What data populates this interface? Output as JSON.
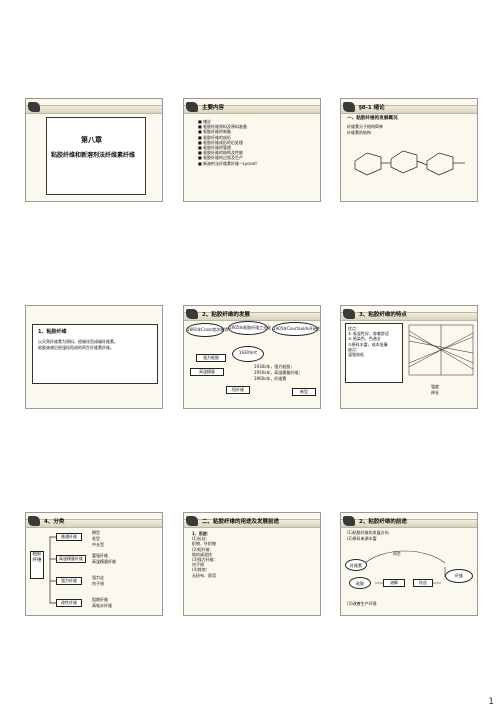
{
  "page_number": "1",
  "s1": {
    "chapter": "第八章",
    "title": "粘胶纤维和新溶剂法纤维素纤维"
  },
  "s2": {
    "header": "主要内容",
    "items": [
      "绪论",
      "粘胶纤维原料及原料准备",
      "粘胶纤维的制备",
      "粘胶纤维的成形",
      "粘胶纤维成形的后处理",
      "粘胶纤维的管理",
      "粘胶纤维的结构及性能",
      "粘胶纤维的过程及生产",
      "新溶剂法纤维素纤维—Lyocell"
    ]
  },
  "s3": {
    "header": "§8-1  绪论",
    "subhead": "一、粘胶纤维的发展概况",
    "line1": "纤维素分子结构简单",
    "line2": "纤维素的结构"
  },
  "s4": {
    "heading": "1、粘胶纤维",
    "body1": "以天然纤维素为原料，经碱化而成碱纤维素，",
    "body2": "粘胶溶液后经湿纺而成的再生纤维素纤维。"
  },
  "s5": {
    "header": "2、粘胶纤维的发展",
    "nodes": [
      "1891年Cross首次制得",
      "1905年粘胶纤维工业化",
      "1905年Courtaulds开始生产",
      "1930年代",
      "强力粘胶",
      "高湿模量",
      "短纤维",
      "新型"
    ],
    "note1": "1930s年，强力粘胶；",
    "note2": "1950s年，高湿模量纤维；",
    "note3": "1960s年，纤维素"
  },
  "s6": {
    "header": "3、粘胶纤维的特点",
    "points": [
      "优点：",
      "① 吸湿性好，穿着舒适",
      "② 易染色，色谱全",
      "③原料丰富，成本低廉",
      "缺点：",
      "湿强较低"
    ],
    "legend1": "强度",
    "legend2": "伸长"
  },
  "s7": {
    "header": "4、分类",
    "root": "粘胶纤维",
    "groups": [
      "普通纤维",
      "高湿模量纤维",
      "强力纤维",
      "改性纤维"
    ],
    "leaves": [
      "棉型",
      "毛型",
      "中长型",
      "富强纤维",
      "高湿模量纤维",
      "强力丝",
      "帘子线",
      "阻燃纤维",
      "高吸水纤维"
    ]
  },
  "s8": {
    "header": "二、粘胶纤维的用途及发展前途",
    "lines": [
      "1、用途：",
      "(1)长丝：",
      "织物、针织物",
      "(2)短纤维：",
      "纯纺或混纺",
      "(3)强力纤维：",
      "帘子线",
      "(4)其他：",
      "无纺布、医用"
    ]
  },
  "s9": {
    "header": "2、粘胶纤维的前途",
    "line1": "(1)粘胶纤维的发展方向",
    "line2": "(2)原料来源丰富",
    "nodes": [
      "纤维素",
      "粘胶",
      "溶解",
      "纺丝",
      "纤维",
      "再生"
    ],
    "line3": "(3)改善生产环境"
  }
}
